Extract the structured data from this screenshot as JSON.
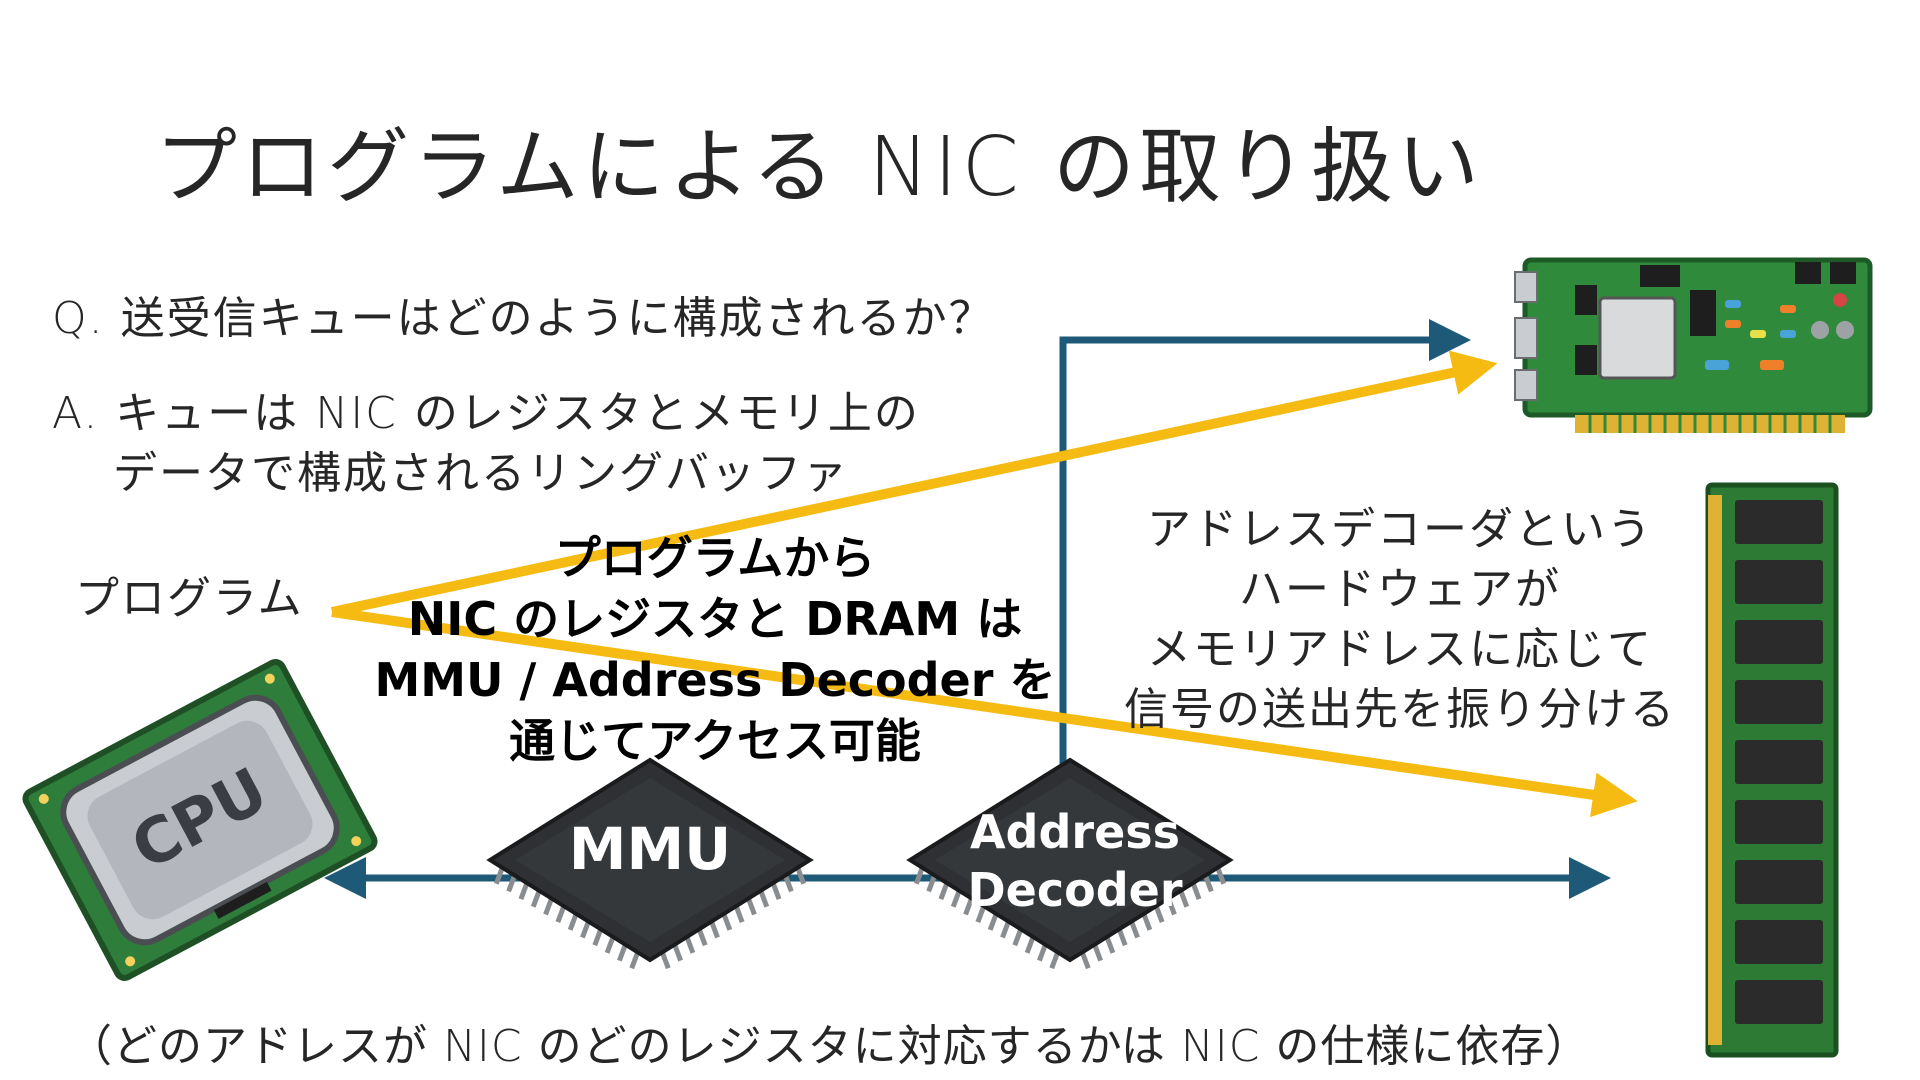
{
  "title": "プログラムによる NIC の取り扱い",
  "question": "Q. 送受信キューはどのように構成されるか？",
  "answer": {
    "line1": "A. キューは NIC のレジスタとメモリ上の",
    "line2": "データで構成されるリングバッファ"
  },
  "program_label": "プログラム",
  "callout": {
    "line1": "プログラムから",
    "line2": "NIC のレジスタと DRAM は",
    "line3": "MMU / Address Decoder を",
    "line4": "通じてアクセス可能"
  },
  "decoder_note": {
    "line1": "アドレスデコーダという",
    "line2": "ハードウェアが",
    "line3": "メモリアドレスに応じて",
    "line4": "信号の送出先を振り分ける"
  },
  "chips": {
    "mmu": "MMU",
    "decoder_line1": "Address",
    "decoder_line2": "Decoder"
  },
  "cpu_text": "CPU",
  "footnote": "（どのアドレスが NIC のどのレジスタに対応するかは NIC の仕様に依存）",
  "colors": {
    "arrow_blue": "#1e5a78",
    "arrow_yellow": "#f5bb12",
    "chip": "#2e3033",
    "pcb_green": "#2f8a3c",
    "ram_green": "#2c7a33"
  },
  "icons": [
    "cpu-icon",
    "nic-card-icon",
    "ram-module-icon",
    "mmu-chip-icon",
    "address-decoder-chip-icon"
  ]
}
